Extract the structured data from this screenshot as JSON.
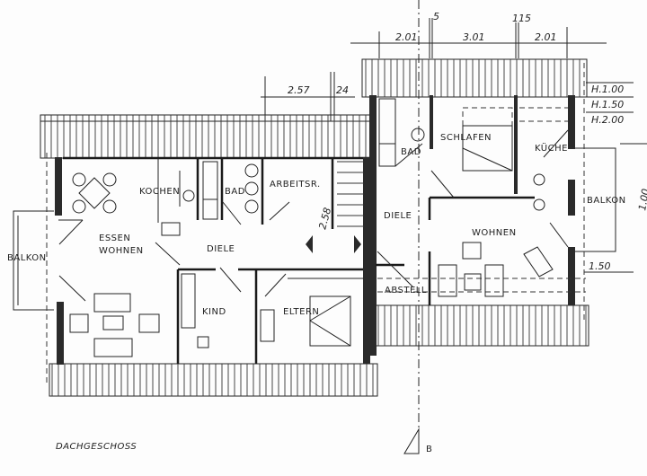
{
  "title": "DACHGESCHOSS",
  "section_marker": "B",
  "dimensions": {
    "left_top": [
      "2.57",
      "24"
    ],
    "right_top": [
      "2.01",
      "5",
      "3.01",
      "115",
      "2.01"
    ],
    "heights": [
      "H.1.00",
      "H.1.50",
      "H.2.00"
    ],
    "stair": "2.58",
    "balcony_right": "1.50",
    "edge": "1.00"
  },
  "rooms_left": {
    "kochen": "KOCHEN",
    "bad": "BAD",
    "arbeitsr": "ARBEITSR.",
    "essen": "ESSEN",
    "wohnen": "WOHNEN",
    "diele": "DIELE",
    "balkon": "BALKON",
    "kind": "KIND",
    "eltern": "ELTERN"
  },
  "rooms_right": {
    "bad": "BAD",
    "schlafen": "SCHLAFEN",
    "kueche": "KÜCHE",
    "diele": "DIELE",
    "wohnen": "WOHNEN",
    "balkon": "BALKON",
    "abstell": "ABSTELL"
  }
}
